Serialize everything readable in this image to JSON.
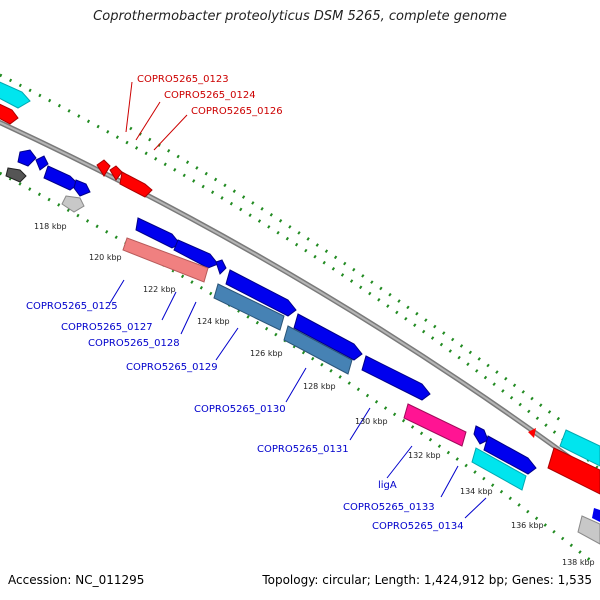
{
  "title": "Coprothermobacter proteolyticus DSM 5265, complete genome",
  "footer": {
    "accession_label": "Accession:",
    "accession": "NC_011295",
    "topology_label": "Topology:",
    "topology": "circular",
    "length_label": "Length:",
    "length": "1,424,912 bp",
    "genes_label": "Genes:",
    "genes": "1,535"
  },
  "colors": {
    "backbone": "#8c8c8c",
    "tick": "#228b22",
    "red_gene": "#ff0000",
    "blue_gene": "#0000ee",
    "cyan_gene": "#00e5ee",
    "pink_gene": "#f08080",
    "steel_gene": "#4682b4",
    "magenta_gene": "#ff1493",
    "grey_gene": "#bebebe",
    "dark_gene": "#555555",
    "red_label": "#cc0000",
    "blue_label": "#0000cc"
  },
  "scale_labels": [
    "118 kbp",
    "120 kbp",
    "122 kbp",
    "124 kbp",
    "126 kbp",
    "128 kbp",
    "130 kbp",
    "132 kbp",
    "134 kbp",
    "136 kbp",
    "138 kbp"
  ],
  "red_gene_labels": [
    "COPRO5265_0123",
    "COPRO5265_0124",
    "COPRO5265_0126"
  ],
  "blue_gene_labels": [
    "COPRO5265_0125",
    "COPRO5265_0127",
    "COPRO5265_0128",
    "COPRO5265_0129",
    "COPRO5265_0130",
    "COPRO5265_0131",
    "ligA",
    "COPRO5265_0133",
    "COPRO5265_0134"
  ]
}
